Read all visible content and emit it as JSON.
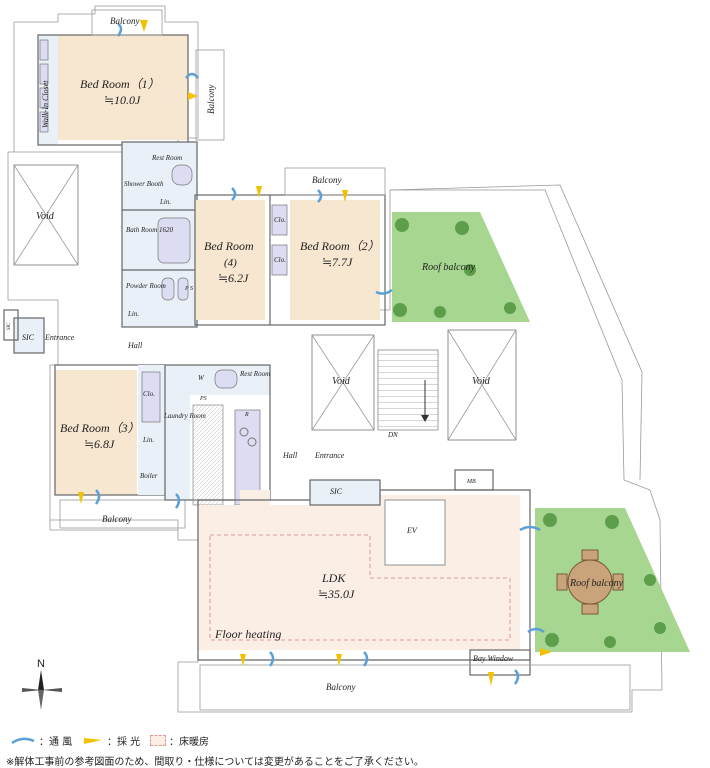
{
  "rooms": {
    "bed1": {
      "name": "Bed Room（1）",
      "size": "≒10.0J"
    },
    "bed2": {
      "name": "Bed Room（2）",
      "size": "≒7.7J"
    },
    "bed3": {
      "name": "Bed Room（3）",
      "size": "≒6.8J"
    },
    "bed4": {
      "name": "Bed Room",
      "num": "(4)",
      "size": "≒6.2J"
    },
    "ldk": {
      "name": "LDK",
      "size": "≒35.0J"
    },
    "walkin": "Walk-In Closet",
    "rest1": "Rest Room",
    "rest2": "Rest Room",
    "shower": "Shower Booth",
    "bath": "Bath Room 1620",
    "powder": "Powder Room",
    "laundry": "Laundry Room",
    "boiler": "Boiler",
    "sic1": "SIC",
    "sic2": "SIC",
    "entrance1": "Entrance",
    "entrance2": "Entrance",
    "hall1": "Hall",
    "hall2": "Hall",
    "void1": "Void",
    "void2": "Void",
    "void3": "Void",
    "ev": "EV",
    "mb": "MB",
    "dn": "DN",
    "ps1": "P S",
    "ps2": "PS",
    "r": "R",
    "w": "W",
    "lin1": "Lin.",
    "lin2": "Lin.",
    "lin3": "Lin.",
    "clo1": "Clo.",
    "clo2": "Clo.",
    "clo3": "Clo.",
    "floor_heating": "Floor heating",
    "bay_window": "Bay Window",
    "roof1": "Roof balcony",
    "roof2": "Roof balcony",
    "balcony_top": "Balcony",
    "balcony_right": "Balcony",
    "balcony_mid": "Balcony",
    "balcony_bed3": "Balcony",
    "balcony_bottom": "Balcony",
    "shoe": "SIC"
  },
  "compass": {
    "north": "N"
  },
  "legend": {
    "ventilation": "：通 風",
    "daylight": "：採 光",
    "floor_heat": "：床暖房"
  },
  "note": "※解体工事前の参考図面のため、間取り・仕様については変更があることをご了承ください。",
  "colors": {
    "room": "#f7e6d0",
    "floor_heating": "#fbeee4",
    "grass": "#a6d690",
    "wet_area": "#eaf0f8",
    "vent_arrow": "#5aa0d8",
    "light_arrow": "#f2c200"
  }
}
